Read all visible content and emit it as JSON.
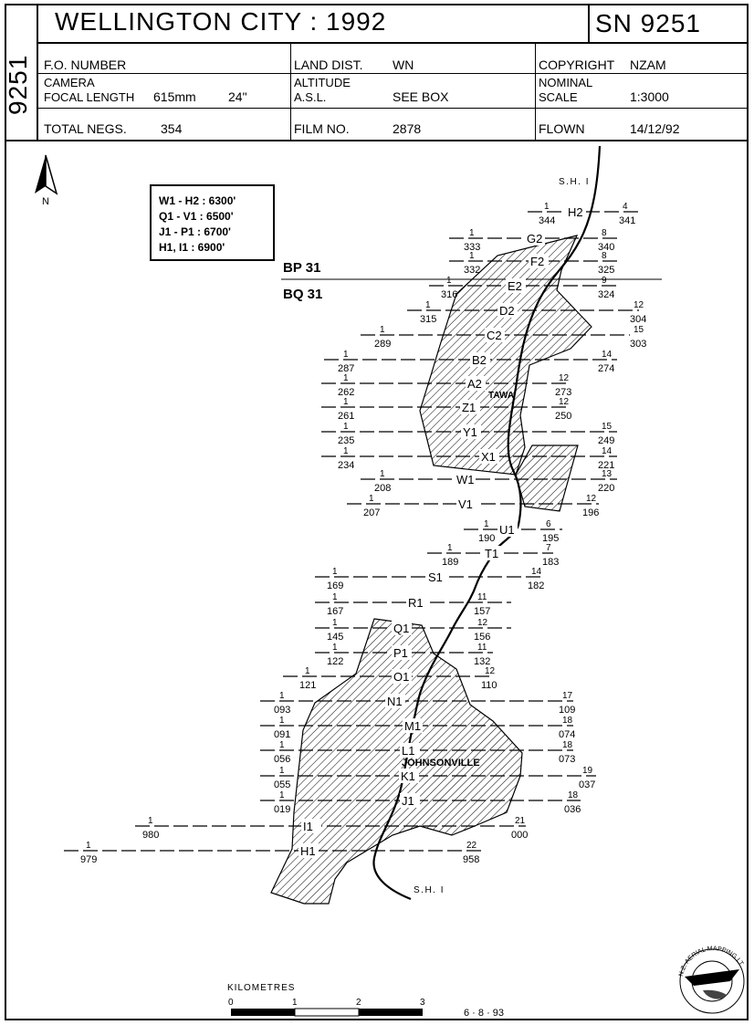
{
  "header": {
    "side_code": "9251",
    "title": "WELLINGTON CITY : 1992",
    "sn": "SN  9251",
    "fo_number_label": "F.O. NUMBER",
    "land_dist_label": "LAND DIST.",
    "land_dist_value": "WN",
    "copyright_label": "COPYRIGHT",
    "copyright_value": "NZAM",
    "camera_label": "CAMERA",
    "focal_length_label": "FOCAL LENGTH",
    "focal_length_value": "615mm",
    "focal_length_inches": "24\"",
    "altitude_label": "ALTITUDE",
    "asl_label": "A.S.L.",
    "altitude_value": "SEE BOX",
    "nominal_label": "NOMINAL",
    "scale_label": "SCALE",
    "scale_value": "1:3000",
    "total_negs_label": "TOTAL NEGS.",
    "total_negs_value": "354",
    "film_no_label": "FILM NO.",
    "film_no_value": "2878",
    "flown_label": "FLOWN",
    "flown_value": "14/12/92"
  },
  "map": {
    "north_label": "N",
    "altitude_box": [
      "W1 - H2 : 6300'",
      "Q1 - V1 : 6500'",
      "J1 - P1 : 6700'",
      "H1, I1  : 6900'"
    ],
    "sheet_upper": "BP 31",
    "sheet_lower": "BQ 31",
    "road_top": "S.H. I",
    "road_bottom": "S.H. I",
    "place_tawa": "TAWA",
    "place_johnsonville": "JOHNSONVILLE",
    "scale_title": "KILOMETRES",
    "scale_ticks": [
      "0",
      "1",
      "2",
      "3"
    ],
    "date": "6 · 8 · 93",
    "logo_text": "N.Z. AERIAL MAPPING LTD",
    "strips": [
      {
        "label": "H2",
        "l_run": "1",
        "l_neg": "344",
        "r_run": "4",
        "r_neg": "341"
      },
      {
        "label": "G2",
        "l_run": "1",
        "l_neg": "333",
        "r_run": "8",
        "r_neg": "340"
      },
      {
        "label": "F2",
        "l_run": "1",
        "l_neg": "332",
        "r_run": "8",
        "r_neg": "325"
      },
      {
        "label": "E2",
        "l_run": "1",
        "l_neg": "316",
        "r_run": "9",
        "r_neg": "324"
      },
      {
        "label": "D2",
        "l_run": "1",
        "l_neg": "315",
        "r_run": "12",
        "r_neg": "304"
      },
      {
        "label": "C2",
        "l_run": "1",
        "l_neg": "289",
        "r_run": "15",
        "r_neg": "303"
      },
      {
        "label": "B2",
        "l_run": "1",
        "l_neg": "287",
        "r_run": "14",
        "r_neg": "274"
      },
      {
        "label": "A2",
        "l_run": "1",
        "l_neg": "262",
        "r_run": "12",
        "r_neg": "273"
      },
      {
        "label": "Z1",
        "l_run": "1",
        "l_neg": "261",
        "r_run": "12",
        "r_neg": "250"
      },
      {
        "label": "Y1",
        "l_run": "1",
        "l_neg": "235",
        "r_run": "15",
        "r_neg": "249"
      },
      {
        "label": "X1",
        "l_run": "1",
        "l_neg": "234",
        "r_run": "14",
        "r_neg": "221"
      },
      {
        "label": "W1",
        "l_run": "1",
        "l_neg": "208",
        "r_run": "13",
        "r_neg": "220"
      },
      {
        "label": "V1",
        "l_run": "1",
        "l_neg": "207",
        "r_run": "12",
        "r_neg": "196"
      },
      {
        "label": "U1",
        "l_run": "1",
        "l_neg": "190",
        "r_run": "6",
        "r_neg": "195"
      },
      {
        "label": "T1",
        "l_run": "1",
        "l_neg": "189",
        "r_run": "7",
        "r_neg": "183"
      },
      {
        "label": "S1",
        "l_run": "1",
        "l_neg": "169",
        "r_run": "14",
        "r_neg": "182"
      },
      {
        "label": "R1",
        "l_run": "1",
        "l_neg": "167",
        "r_run": "11",
        "r_neg": "157"
      },
      {
        "label": "Q1",
        "l_run": "1",
        "l_neg": "145",
        "r_run": "12",
        "r_neg": "156"
      },
      {
        "label": "P1",
        "l_run": "1",
        "l_neg": "122",
        "r_run": "11",
        "r_neg": "132"
      },
      {
        "label": "O1",
        "l_run": "1",
        "l_neg": "121",
        "r_run": "12",
        "r_neg": "110"
      },
      {
        "label": "N1",
        "l_run": "1",
        "l_neg": "093",
        "r_run": "17",
        "r_neg": "109"
      },
      {
        "label": "M1",
        "l_run": "1",
        "l_neg": "091",
        "r_run": "18",
        "r_neg": "074"
      },
      {
        "label": "L1",
        "l_run": "1",
        "l_neg": "056",
        "r_run": "18",
        "r_neg": "073"
      },
      {
        "label": "K1",
        "l_run": "1",
        "l_neg": "055",
        "r_run": "19",
        "r_neg": "037"
      },
      {
        "label": "J1",
        "l_run": "1",
        "l_neg": "019",
        "r_run": "18",
        "r_neg": "036"
      },
      {
        "label": "I1",
        "l_run": "1",
        "l_neg": "980",
        "r_run": "21",
        "r_neg": "000"
      },
      {
        "label": "H1",
        "l_run": "1",
        "l_neg": "979",
        "r_run": "22",
        "r_neg": "958"
      }
    ]
  }
}
